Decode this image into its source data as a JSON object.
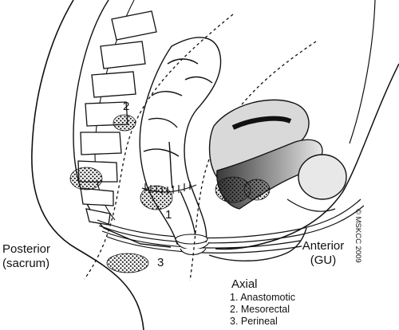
{
  "labels": {
    "posterior": [
      "Posterior",
      "(sacrum)"
    ],
    "anterior": [
      "Anterior",
      "(GU)"
    ],
    "site_numbers": [
      "1",
      "2",
      "3"
    ]
  },
  "legend": {
    "title": "Axial",
    "items": [
      "1. Anastomotic",
      "2. Mesorectal",
      "3. Perineal"
    ]
  },
  "copyright": "© MSKCC 2009",
  "colors": {
    "line": "#111111",
    "tissue_light": "#d9d9d9",
    "tissue_mid": "#a8a8a8",
    "tissue_dark": "#303030",
    "background": "#ffffff"
  }
}
